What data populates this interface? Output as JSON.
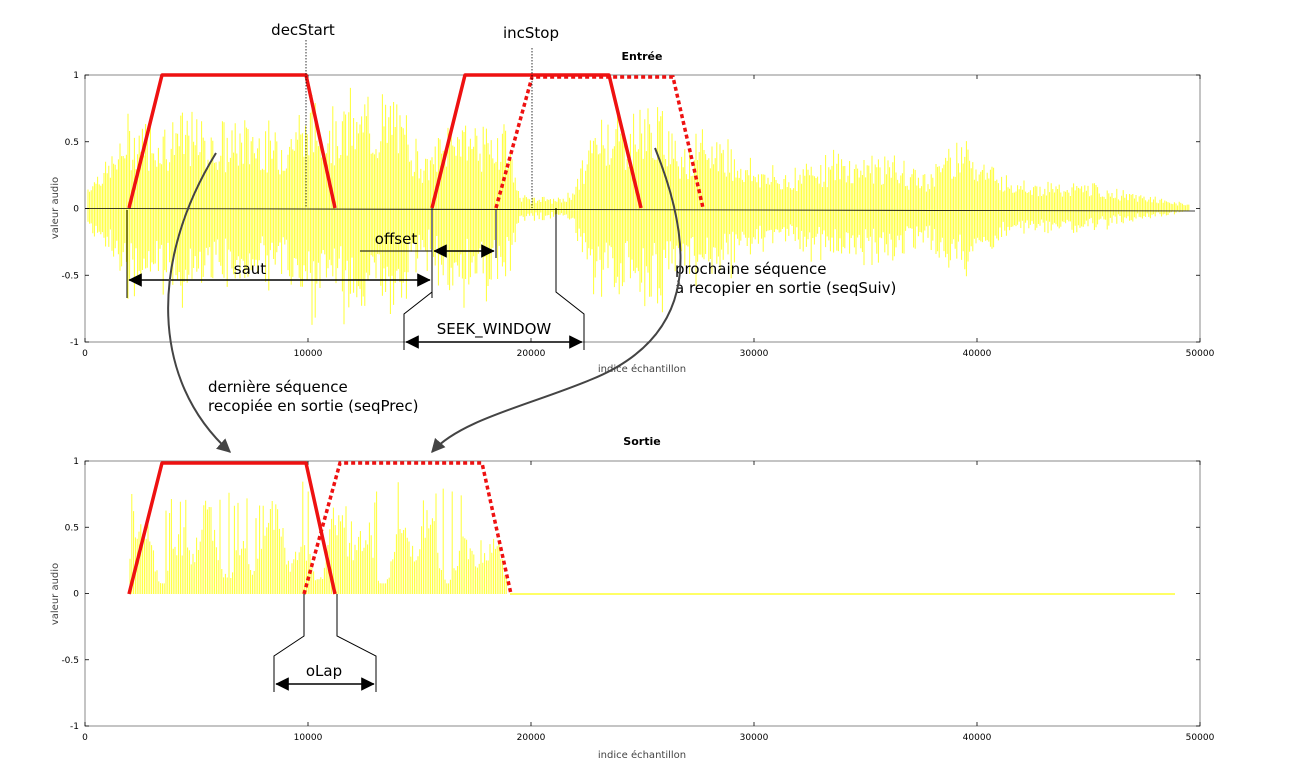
{
  "diagram": {
    "top_panel": {
      "title": "Entrée",
      "ylabel": "valeur audio",
      "xlabel": "indice échantillon",
      "x_ticks": [
        "0",
        "10000",
        "20000",
        "30000",
        "40000",
        "50000"
      ],
      "y_ticks": [
        "1",
        "0.5",
        "0",
        "-0.5",
        "-1"
      ]
    },
    "bottom_panel": {
      "title": "Sortie",
      "ylabel": "valeur audio",
      "xlabel": "indice échantillon",
      "x_ticks": [
        "0",
        "10000",
        "20000",
        "30000",
        "40000",
        "50000"
      ],
      "y_ticks": [
        "1",
        "0.5",
        "0",
        "-0.5",
        "-1"
      ]
    },
    "labels": {
      "dec_start": "decStart",
      "inc_stop": "incStop",
      "offset": "offset",
      "saut": "saut",
      "seek_window": "SEEK_WINDOW",
      "next_seq_line1": "prochaine séquence",
      "next_seq_line2": "à recopier en sortie (seqSuiv)",
      "prev_seq_line1": "dernière séquence",
      "prev_seq_line2": "recopiée en sortie (seqPrec)",
      "olap": "oLap"
    },
    "colors": {
      "waveform": "#ffff33",
      "window": "#ee1111",
      "axis": "#000000",
      "arrow": "#444444"
    }
  },
  "chart_data": [
    {
      "type": "line",
      "title": "Entrée",
      "xlabel": "indice échantillon",
      "ylabel": "valeur audio",
      "xlim": [
        0,
        50000
      ],
      "ylim": [
        -1,
        1
      ],
      "series": [
        {
          "style": "solid-red",
          "x": [
            2000,
            3500,
            10000,
            11300
          ],
          "y": [
            0,
            1,
            1,
            0
          ]
        },
        {
          "style": "solid-red",
          "x": [
            15500,
            17000,
            23500,
            25000
          ],
          "y": [
            0,
            1,
            1,
            0
          ]
        },
        {
          "style": "dotted-red",
          "x": [
            18500,
            20000,
            26000,
            27600
          ],
          "y": [
            0,
            1,
            1,
            0
          ]
        }
      ],
      "markers": {
        "decStart": 10000,
        "incStop": 20000
      }
    },
    {
      "type": "line",
      "title": "Sortie",
      "xlabel": "indice échantillon",
      "ylabel": "valeur audio",
      "xlim": [
        0,
        50000
      ],
      "ylim": [
        -1,
        1
      ],
      "series": [
        {
          "style": "solid-red",
          "x": [
            2000,
            3500,
            10000,
            11300
          ],
          "y": [
            0,
            1,
            1,
            0
          ]
        },
        {
          "style": "dotted-red",
          "x": [
            10000,
            11500,
            18000,
            19200
          ],
          "y": [
            0,
            1,
            1,
            0
          ]
        }
      ]
    }
  ]
}
